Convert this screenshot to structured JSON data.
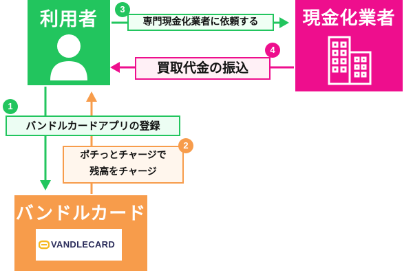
{
  "nodes": {
    "user": {
      "label": "利用者",
      "icon": "person-icon"
    },
    "business": {
      "label": "現金化業者",
      "icon": "building-icon"
    },
    "card": {
      "label": "バンドルカード",
      "logo_text": "VANDLECARD"
    }
  },
  "steps": [
    {
      "number": "1",
      "label": "バンドルカードアプリの登録"
    },
    {
      "number": "2",
      "label_line1": "ポチっとチャージで",
      "label_line2": "残高をチャージ"
    },
    {
      "number": "3",
      "label": "専門現金化業者に依頼する"
    },
    {
      "number": "4",
      "label": "買取代金の振込"
    }
  ],
  "colors": {
    "user": "#22c55e",
    "business": "#ee0e8d",
    "card": "#f79c4b"
  }
}
